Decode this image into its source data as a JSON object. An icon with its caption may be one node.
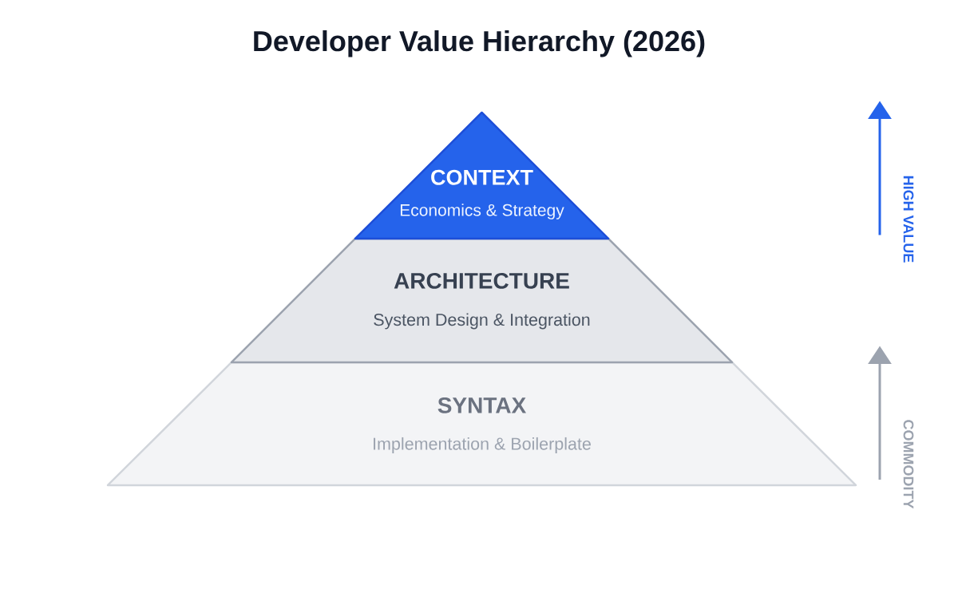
{
  "diagram": {
    "title": "Developer Value Hierarchy (2026)",
    "nodes": [
      {
        "text": [
          "CONTEXT",
          "Economics & Strategy"
        ]
      },
      {
        "text": [
          "ARCHITECTURE",
          "System Design & Integration"
        ]
      },
      {
        "text": [
          "SYNTAX",
          "Implementation & Boilerplate"
        ]
      }
    ],
    "labels": [
      "HIGH VALUE",
      "COMMODITY"
    ]
  }
}
